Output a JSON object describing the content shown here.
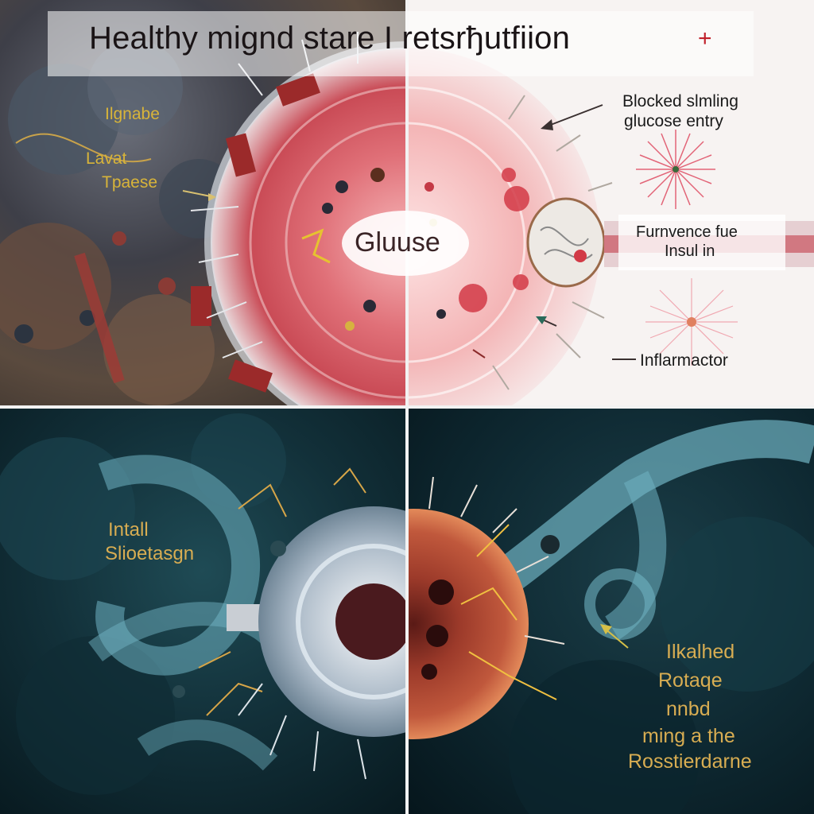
{
  "title": "Healthy mignd stare I retsrђutfiion",
  "title_mark": "+",
  "top_left": {
    "label_1": "Ilgnabe",
    "label_2_line1": "Lavat",
    "label_2_line2": "Tpaese"
  },
  "center": {
    "glucose": "Gluuse"
  },
  "top_right": {
    "blocked_line1": "Blocked slmling",
    "blocked_line2": "glucose entry",
    "insulin_line1": "Furnvence fue",
    "insulin_line2": "Insul in",
    "inflammation": "Inflarmactor"
  },
  "bottom_left": {
    "line1": "Intall",
    "line2": "Slioetasgn"
  },
  "bottom_right": {
    "line1": "Ilkalhed",
    "line2": "Rotaqe",
    "line3": "nnbd",
    "line4": "ming a the",
    "line5": "Rosstierdarne"
  },
  "colors": {
    "label_gold": "#d8ad52",
    "cell_red": "#d9555f",
    "accent_red": "#c0202a",
    "strand_teal": "#6fb2c2"
  }
}
